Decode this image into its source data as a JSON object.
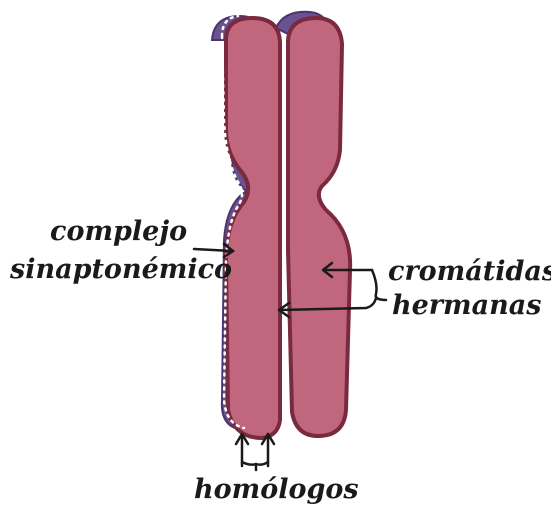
{
  "labels": {
    "synaptonemal_line1": "complejo",
    "synaptonemal_line2": "sinaptonémico",
    "chromatids_line1": "cromátidas",
    "chromatids_line2": "hermanas",
    "homologs": "homólogos"
  },
  "colors": {
    "chromatid_fill": "#c0677d",
    "chromatid_outline": "#7a2a3e",
    "homolog_purple": "#6a5290",
    "synaptonemal_dots": "#ffffff",
    "ink": "#1a1a1a"
  }
}
